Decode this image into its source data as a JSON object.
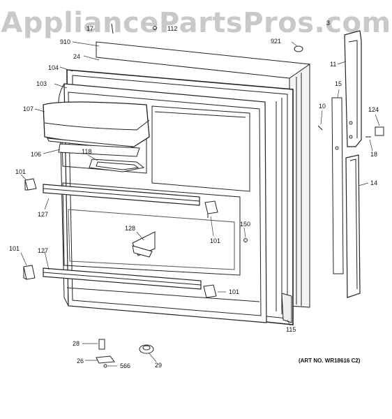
{
  "watermark": "AppliancePartsPros.com",
  "art_number": "(ART NO. WR18616 C2)",
  "callouts": {
    "c17": "17",
    "c112": "112",
    "c910": "910",
    "c24": "24",
    "c104": "104",
    "c103": "103",
    "c107": "107",
    "c106": "106",
    "c118": "118",
    "c101a": "101",
    "c127a": "127",
    "c101b": "101",
    "c128": "128",
    "c150": "150",
    "c101c": "101",
    "c127b": "127",
    "c101d": "101",
    "c921": "921",
    "c3": "3",
    "c11": "11",
    "c15": "15",
    "c10": "10",
    "c124": "124",
    "c18": "18",
    "c14": "14",
    "c115": "115",
    "c28": "28",
    "c26": "26",
    "c566": "566",
    "c29": "29"
  }
}
